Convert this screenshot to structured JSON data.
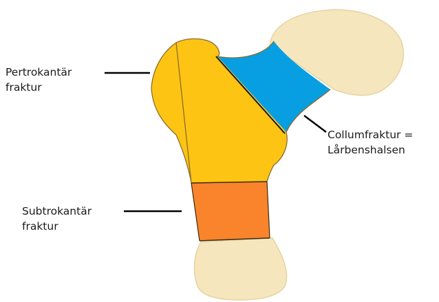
{
  "labels": {
    "pertrokantar": {
      "line1": "Pertrokantär",
      "line2": "fraktur"
    },
    "subtrokantar": {
      "line1": "Subtrokantär",
      "line2": "fraktur"
    },
    "collum": {
      "line1": "Collumfraktur =",
      "line2": "Lårbenshalsen"
    }
  },
  "colors": {
    "bone": "#f5e6bd",
    "bone_outline": "#e6d3a0",
    "pertrokantar_zone": "#fdc414",
    "collum_zone": "#079fe2",
    "subtrokantar_zone": "#f9842c",
    "outline": "#8a6d2b",
    "leader": "#000000"
  }
}
